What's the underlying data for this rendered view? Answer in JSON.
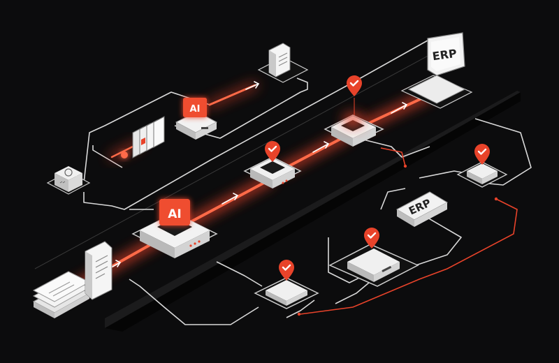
{
  "labels": {
    "ai_small": "AI",
    "ai_large": "AI",
    "erp_laptop": "ERP",
    "erp_box": "ERP"
  },
  "colors": {
    "background": "#0c0c0d",
    "accent": "#e8432a",
    "node_fill": "#f2f2f2",
    "node_side": "#b9b9b9",
    "line": "#d9d9d9"
  },
  "icons": {
    "check": "check-pin-icon",
    "document": "document-icon",
    "recycle": "recycle-icon",
    "laptop": "laptop-icon"
  }
}
